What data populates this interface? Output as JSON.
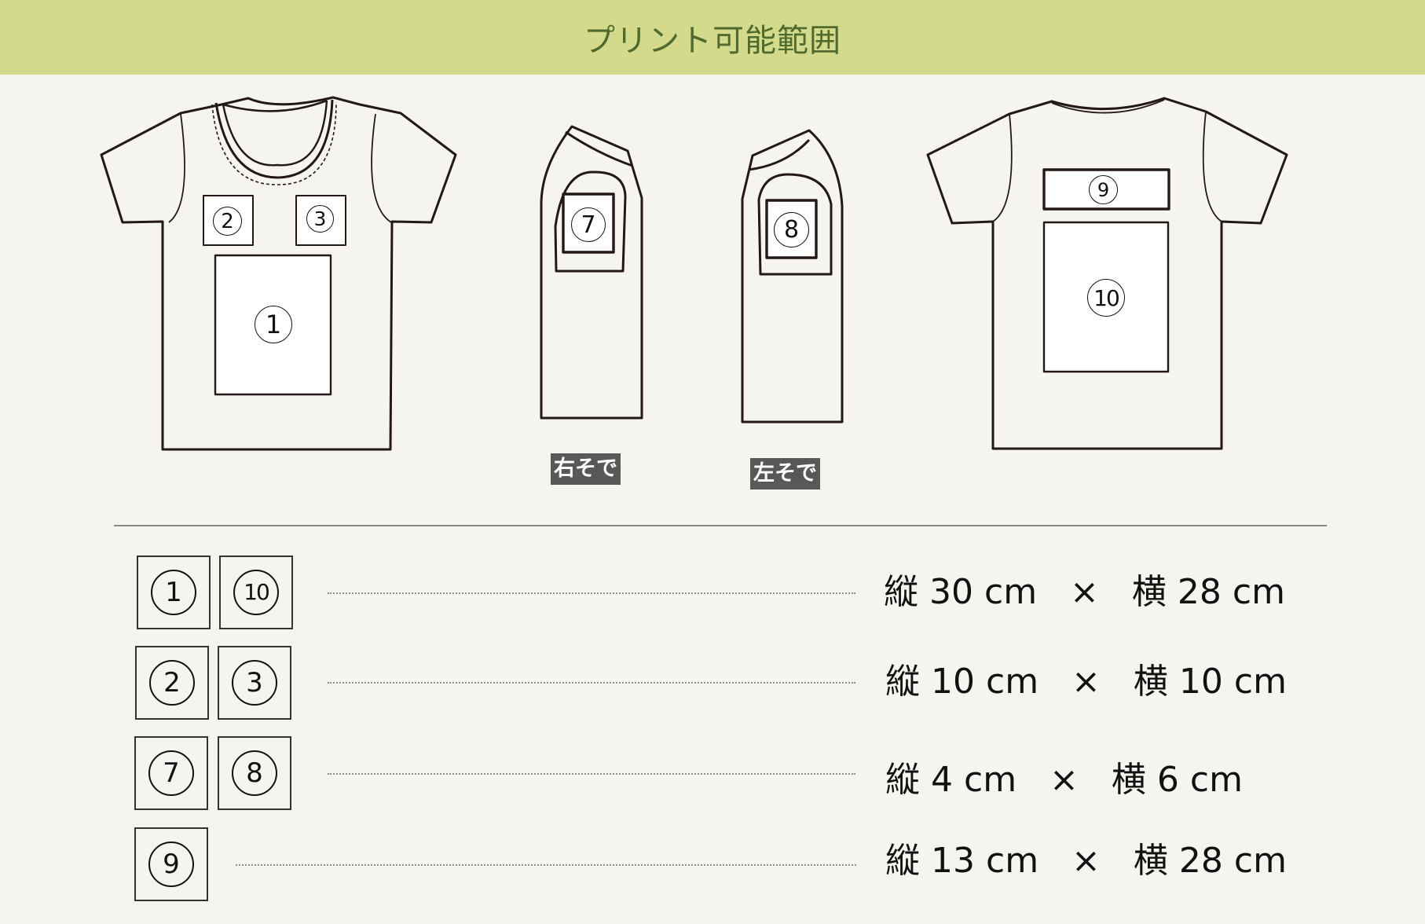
{
  "header": {
    "title": "プリント可能範囲",
    "background_color": "#d3da8c",
    "title_color": "#4f6a2c"
  },
  "diagram": {
    "front_shirt": {
      "areas": [
        {
          "id": "1",
          "label": "①"
        },
        {
          "id": "2",
          "label": "②"
        },
        {
          "id": "3",
          "label": "③"
        }
      ]
    },
    "right_sleeve": {
      "caption": "右そで",
      "area": {
        "id": "7",
        "label": "⑦"
      }
    },
    "left_sleeve": {
      "caption": "左そで",
      "area": {
        "id": "8",
        "label": "⑧"
      }
    },
    "back_shirt": {
      "areas": [
        {
          "id": "9",
          "label": "⑨"
        },
        {
          "id": "10",
          "label": "⑩"
        }
      ]
    },
    "caption_tag_color": "#585857"
  },
  "sizes": [
    {
      "areas": [
        "1",
        "10"
      ],
      "vertical_label": "縦",
      "vertical_value": "30",
      "unit": "cm",
      "times": "×",
      "horizontal_label": "横",
      "horizontal_value": "28",
      "unit2": "cm"
    },
    {
      "areas": [
        "2",
        "3"
      ],
      "vertical_label": "縦",
      "vertical_value": "10",
      "unit": "cm",
      "times": "×",
      "horizontal_label": "横",
      "horizontal_value": "10",
      "unit2": "cm"
    },
    {
      "areas": [
        "7",
        "8"
      ],
      "vertical_label": "縦",
      "vertical_value": "4",
      "unit": "cm",
      "times": "×",
      "horizontal_label": "横",
      "horizontal_value": "6",
      "unit2": "cm"
    },
    {
      "areas": [
        "9"
      ],
      "vertical_label": "縦",
      "vertical_value": "13",
      "unit": "cm",
      "times": "×",
      "horizontal_label": "横",
      "horizontal_value": "28",
      "unit2": "cm"
    }
  ]
}
